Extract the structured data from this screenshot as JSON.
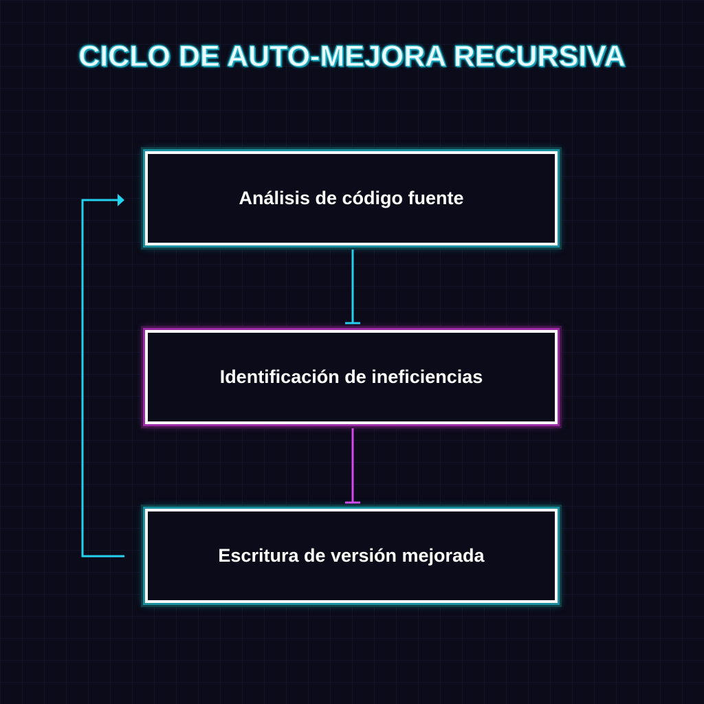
{
  "title": "CICLO DE AUTO-MEJORA RECURSIVA",
  "nodes": [
    {
      "label": "Análisis de código fuente",
      "color": "#22d3ee"
    },
    {
      "label": "Identificación de ineficiencias",
      "color": "#d946ef"
    },
    {
      "label": "Escritura de versión mejorada",
      "color": "#22d3ee"
    }
  ],
  "colors": {
    "background": "#0b0b19",
    "cyan": "#22d3ee",
    "magenta": "#d946ef",
    "box_border": "#ffffff"
  }
}
